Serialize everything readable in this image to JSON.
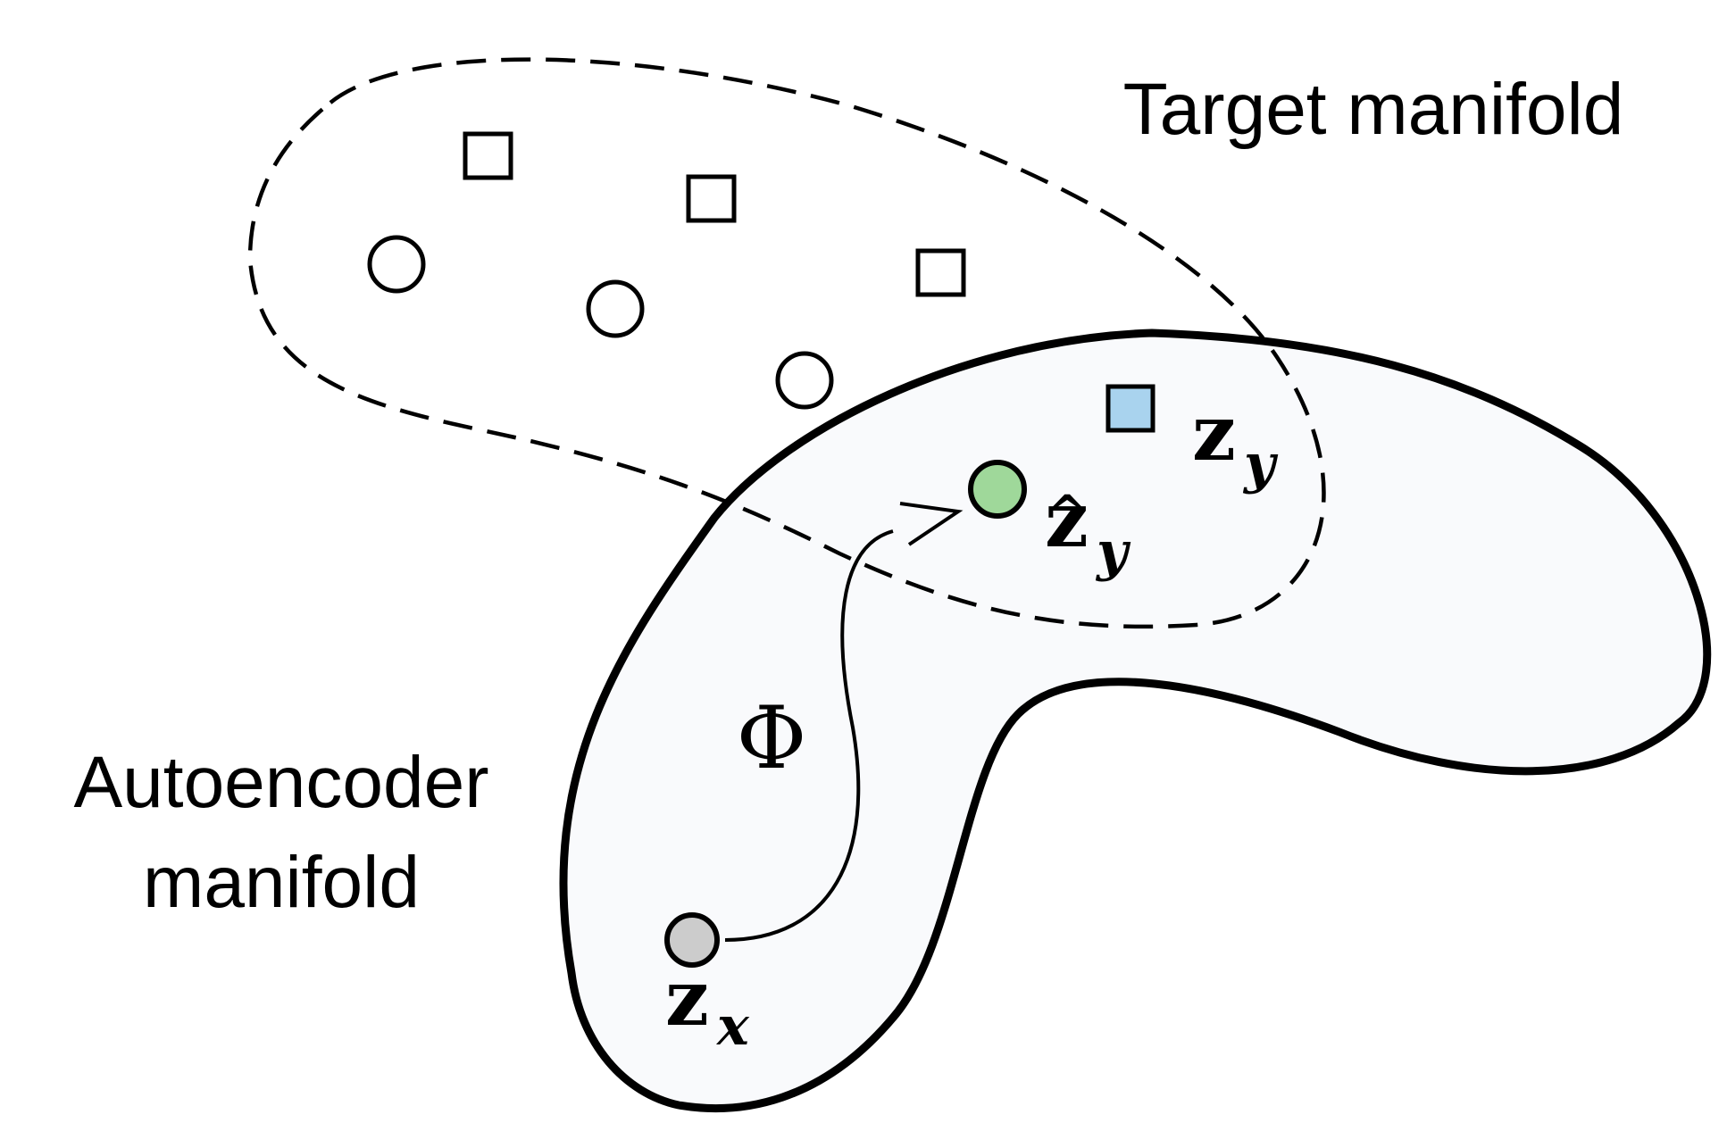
{
  "labels": {
    "target_manifold": "Target manifold",
    "autoencoder_line1": "Autoencoder",
    "autoencoder_line2": "manifold",
    "phi": "Φ",
    "zy_base": "z",
    "zy_sub": "y",
    "zhat_base": "z",
    "zhat_hat": "^",
    "zhat_sub": "y",
    "zx_base": "z",
    "zx_sub": "x"
  },
  "colors": {
    "stroke": "#000000",
    "manifold_fill": "#f9fafc",
    "source_point_fill": "#cccccc",
    "mapped_point_fill": "#9fd89a",
    "target_point_fill": "#a9d3ee"
  },
  "target_points": {
    "squares": 3,
    "circles": 3
  }
}
